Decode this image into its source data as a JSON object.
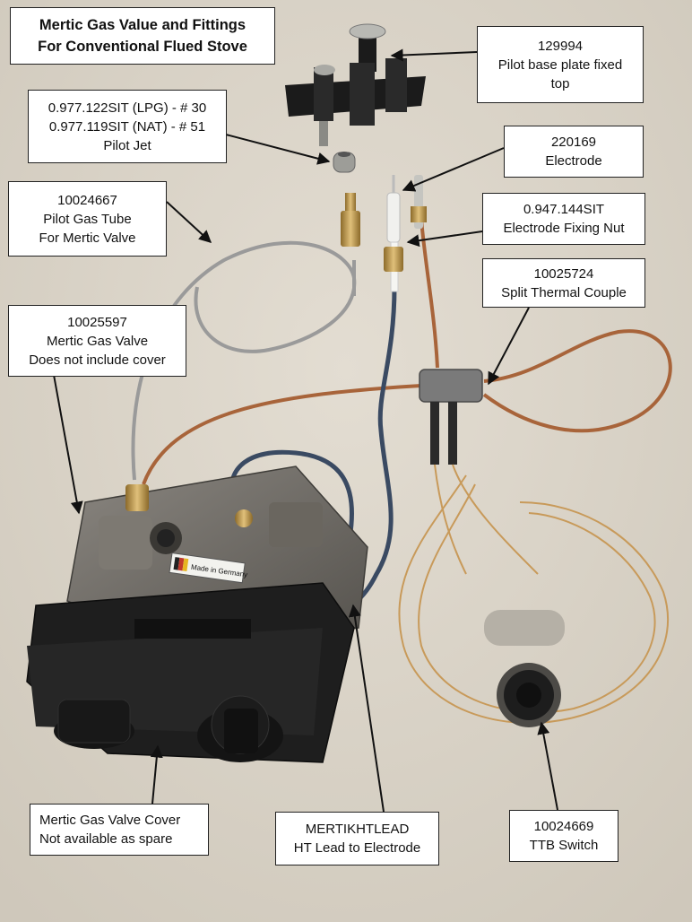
{
  "title": {
    "line1": "Mertic Gas Value and Fittings",
    "line2": "For Conventional Flued Stove"
  },
  "parts": {
    "pilot_base": {
      "code": "129994",
      "line2": "Pilot base plate fixed",
      "line3": "top"
    },
    "pilot_jet": {
      "line1": "0.977.122SIT (LPG) - # 30",
      "line2": "0.977.119SIT (NAT) - # 51",
      "line3": "Pilot Jet"
    },
    "electrode": {
      "code": "220169",
      "line2": "Electrode"
    },
    "pilot_tube": {
      "code": "10024667",
      "line2": "Pilot Gas Tube",
      "line3": "For Mertic Valve"
    },
    "fixing_nut": {
      "code": "0.947.144SIT",
      "line2": "Electrode Fixing Nut"
    },
    "thermocouple": {
      "code": "10025724",
      "line2": "Split Thermal Couple"
    },
    "gas_valve": {
      "code": "10025597",
      "line2": "Mertic Gas Valve",
      "line3": "Does not include cover"
    },
    "valve_cover": {
      "line1": "Mertic Gas Valve Cover",
      "line2": "Not available as spare"
    },
    "ht_lead": {
      "code": "MERTIKHTLEAD",
      "line2": "HT Lead to Electrode"
    },
    "ttb_switch": {
      "code": "10024669",
      "line2": "TTB Switch"
    }
  },
  "valve_stamp": "Made in Germany",
  "colors": {
    "background": "#d9d3c8",
    "copper": "#a8643a",
    "grey_tube": "#9a9a9a",
    "blue_lead": "#3a4a62",
    "valve_body": "#6f6b64",
    "cover": "#1e1e1e",
    "brass": "#c9a24a"
  }
}
